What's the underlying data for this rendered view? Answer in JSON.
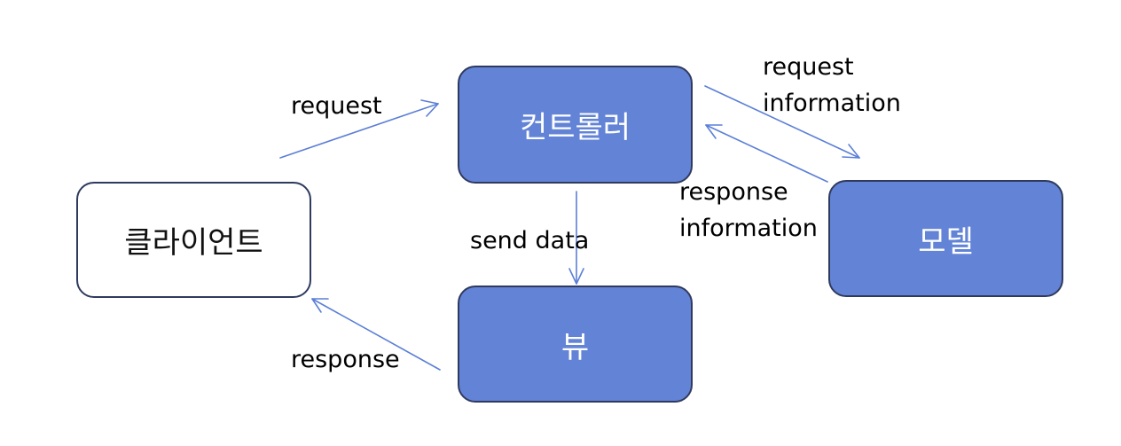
{
  "nodes": {
    "client": "클라이언트",
    "controller": "컨트롤러",
    "model": "모델",
    "view": "뷰"
  },
  "edges": {
    "request": "request",
    "request_information": [
      "request",
      "information"
    ],
    "response_information": [
      "response",
      "information"
    ],
    "send_data": "send data",
    "response": "response"
  },
  "colors": {
    "box_fill": "#6283d6",
    "box_border": "#2f3a5e",
    "arrow": "#5b7fd6"
  }
}
